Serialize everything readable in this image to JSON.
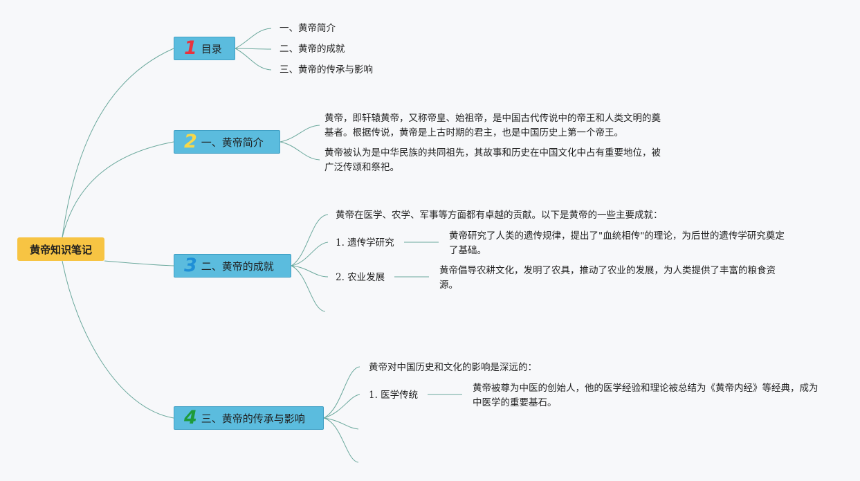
{
  "root": {
    "label": "黄帝知识笔记",
    "color": "#f7c443"
  },
  "branches": [
    {
      "number": "1",
      "number_color": "#e8333f",
      "label": "目录",
      "items": [
        "一、黄帝简介",
        "二、黄帝的成就",
        "三、黄帝的传承与影响"
      ]
    },
    {
      "number": "2",
      "number_color": "#f6d84a",
      "label": "一、黄帝简介",
      "paragraphs": [
        "黄帝，即轩辕黄帝，又称帝皇、始祖帝，是中国古代传说中的帝王和人类文明的奠基者。根据传说，黄帝是上古时期的君主，也是中国历史上第一个帝王。",
        "黄帝被认为是中华民族的共同祖先，其故事和历史在中国文化中占有重要地位，被广泛传颂和祭祀。"
      ]
    },
    {
      "number": "3",
      "number_color": "#1f8fd6",
      "label": "二、黄帝的成就",
      "intro": "黄帝在医学、农学、军事等方面都有卓越的贡献。以下是黄帝的一些主要成就：",
      "subitems": [
        {
          "label": "1. 遗传学研究",
          "detail": "黄帝研究了人类的遗传规律，提出了\"血统相传\"的理论，为后世的遗传学研究奠定了基础。"
        },
        {
          "label": "2. 农业发展",
          "detail": "黄帝倡导农耕文化，发明了农具，推动了农业的发展，为人类提供了丰富的粮食资源。"
        }
      ]
    },
    {
      "number": "4",
      "number_color": "#1e9b3a",
      "label": "三、黄帝的传承与影响",
      "intro": "黄帝对中国历史和文化的影响是深远的：",
      "subitems": [
        {
          "label": "1. 医学传统",
          "detail": "黄帝被尊为中医的创始人，他的医学经验和理论被总结为《黄帝内经》等经典，成为中医学的重要基石。"
        }
      ]
    }
  ],
  "colors": {
    "branch_fill": "#5bbcde",
    "link": "#6aa89c",
    "background": "#f7f8fa"
  }
}
